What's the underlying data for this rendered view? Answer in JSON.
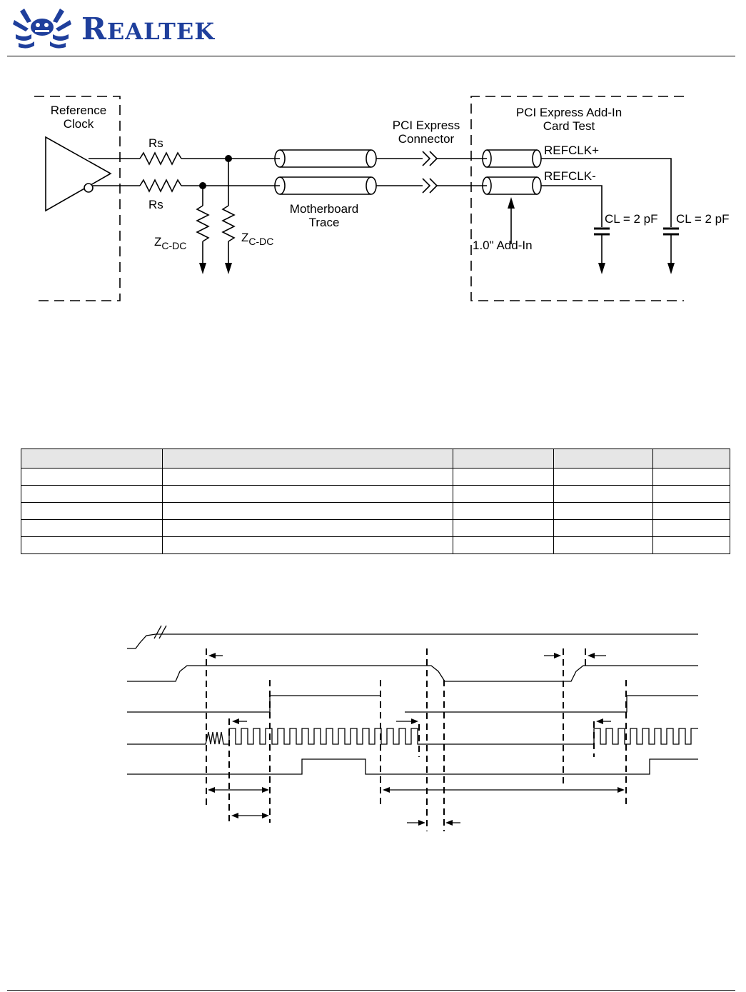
{
  "header": {
    "logo_text_initial": "R",
    "logo_text_rest": "EALTEK",
    "logo_icon": "realtek-crab-logo"
  },
  "circuit": {
    "reference_clock_line1": "Reference",
    "reference_clock_line2": "Clock",
    "rs_top": "Rs",
    "rs_bottom": "Rs",
    "zcdc_left_main": "Z",
    "zcdc_left_sub": "C-DC",
    "zcdc_right_main": "Z",
    "zcdc_right_sub": "C-DC",
    "motherboard_line1": "Motherboard",
    "motherboard_line2": "Trace",
    "connector_line1": "PCI Express",
    "connector_line2": "Connector",
    "addin_line1": "PCI Express Add-In",
    "addin_line2": "Card Test",
    "refclk_plus": "REFCLK+",
    "refclk_minus": "REFCLK-",
    "addin_length": "1.0\" Add-In",
    "cl_left": "CL = 2 pF",
    "cl_right": "CL = 2 pF"
  },
  "table": {
    "column_count": 5,
    "body_row_count": 5
  },
  "colors": {
    "logo_blue": "#1f3f9c",
    "table_header_fill": "#e6e6e6"
  }
}
